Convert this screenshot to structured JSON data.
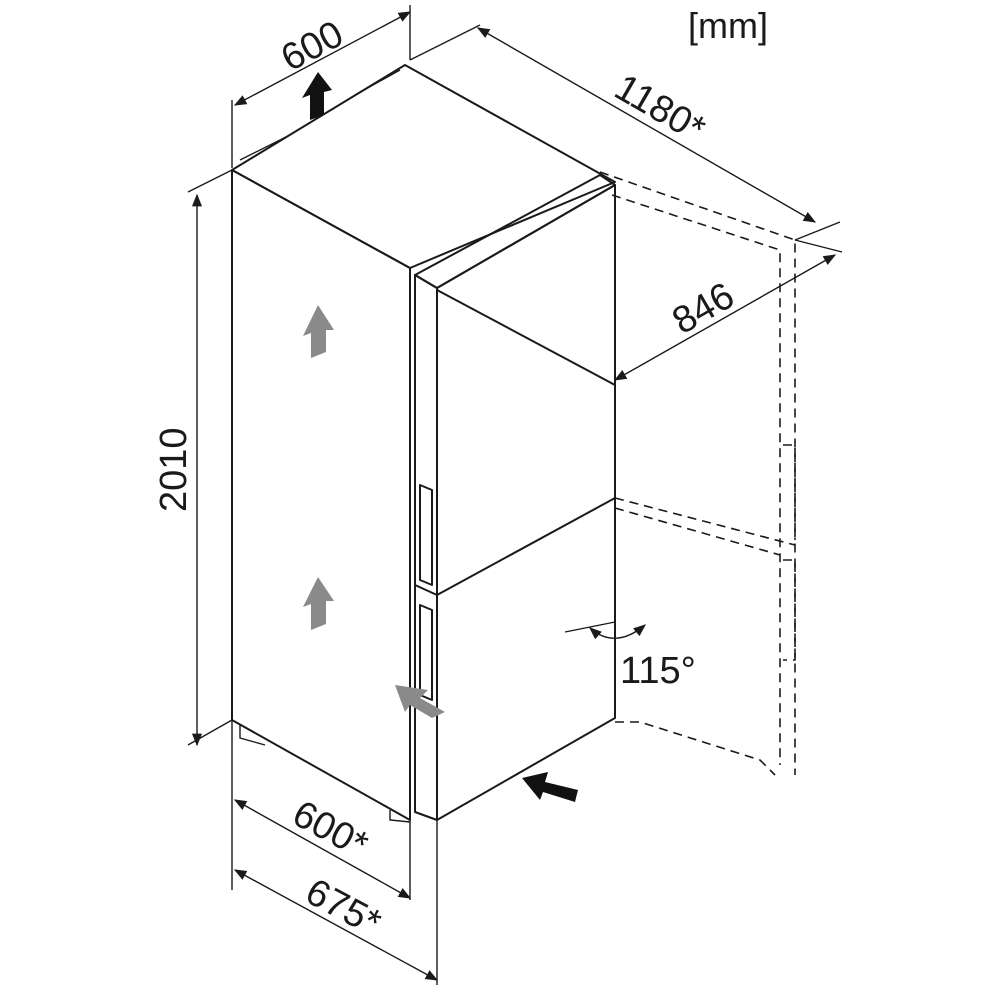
{
  "unit_label": "[mm]",
  "dimensions": {
    "width_top": "600",
    "depth_door_open": "1180*",
    "door_depth": "846",
    "height": "2010",
    "depth": "600*",
    "depth_with_handle": "675*",
    "door_angle": "115°"
  },
  "colors": {
    "line": "#1a1a1a",
    "arrow_gray": "#8a8a8a"
  }
}
